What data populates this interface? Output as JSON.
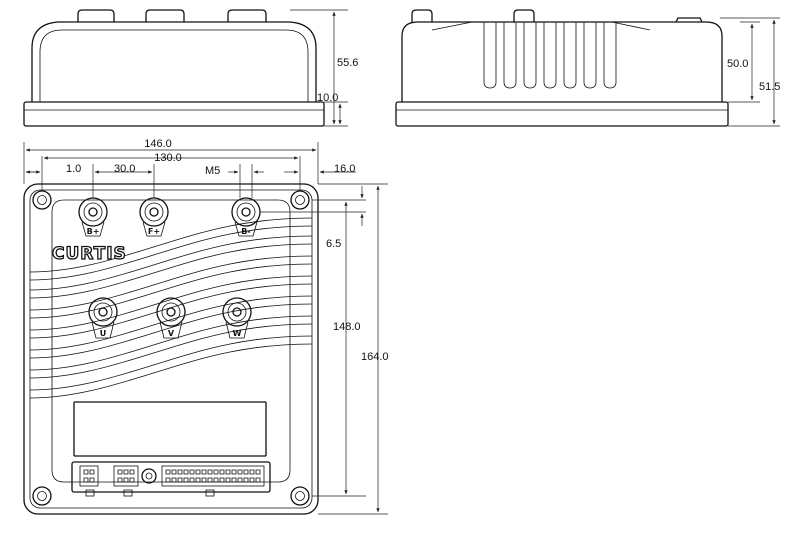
{
  "brand": "CURTIS",
  "terminals_top": [
    "B+",
    "F+",
    "B-"
  ],
  "terminals_motor": [
    "U",
    "V",
    "W"
  ],
  "dimensions": {
    "front_height": "55.6",
    "front_base": "10.0",
    "side_fin_height": "50.0",
    "side_height": "51.5",
    "overall_width": "146.0",
    "hole_spacing_width": "130.0",
    "left_offset": "1.0",
    "terminal_spacing": "30.0",
    "thread": "M5",
    "right_offset": "16.0",
    "hole_offset": "6.5",
    "hole_spacing_height": "148.0",
    "overall_height": "164.0"
  }
}
